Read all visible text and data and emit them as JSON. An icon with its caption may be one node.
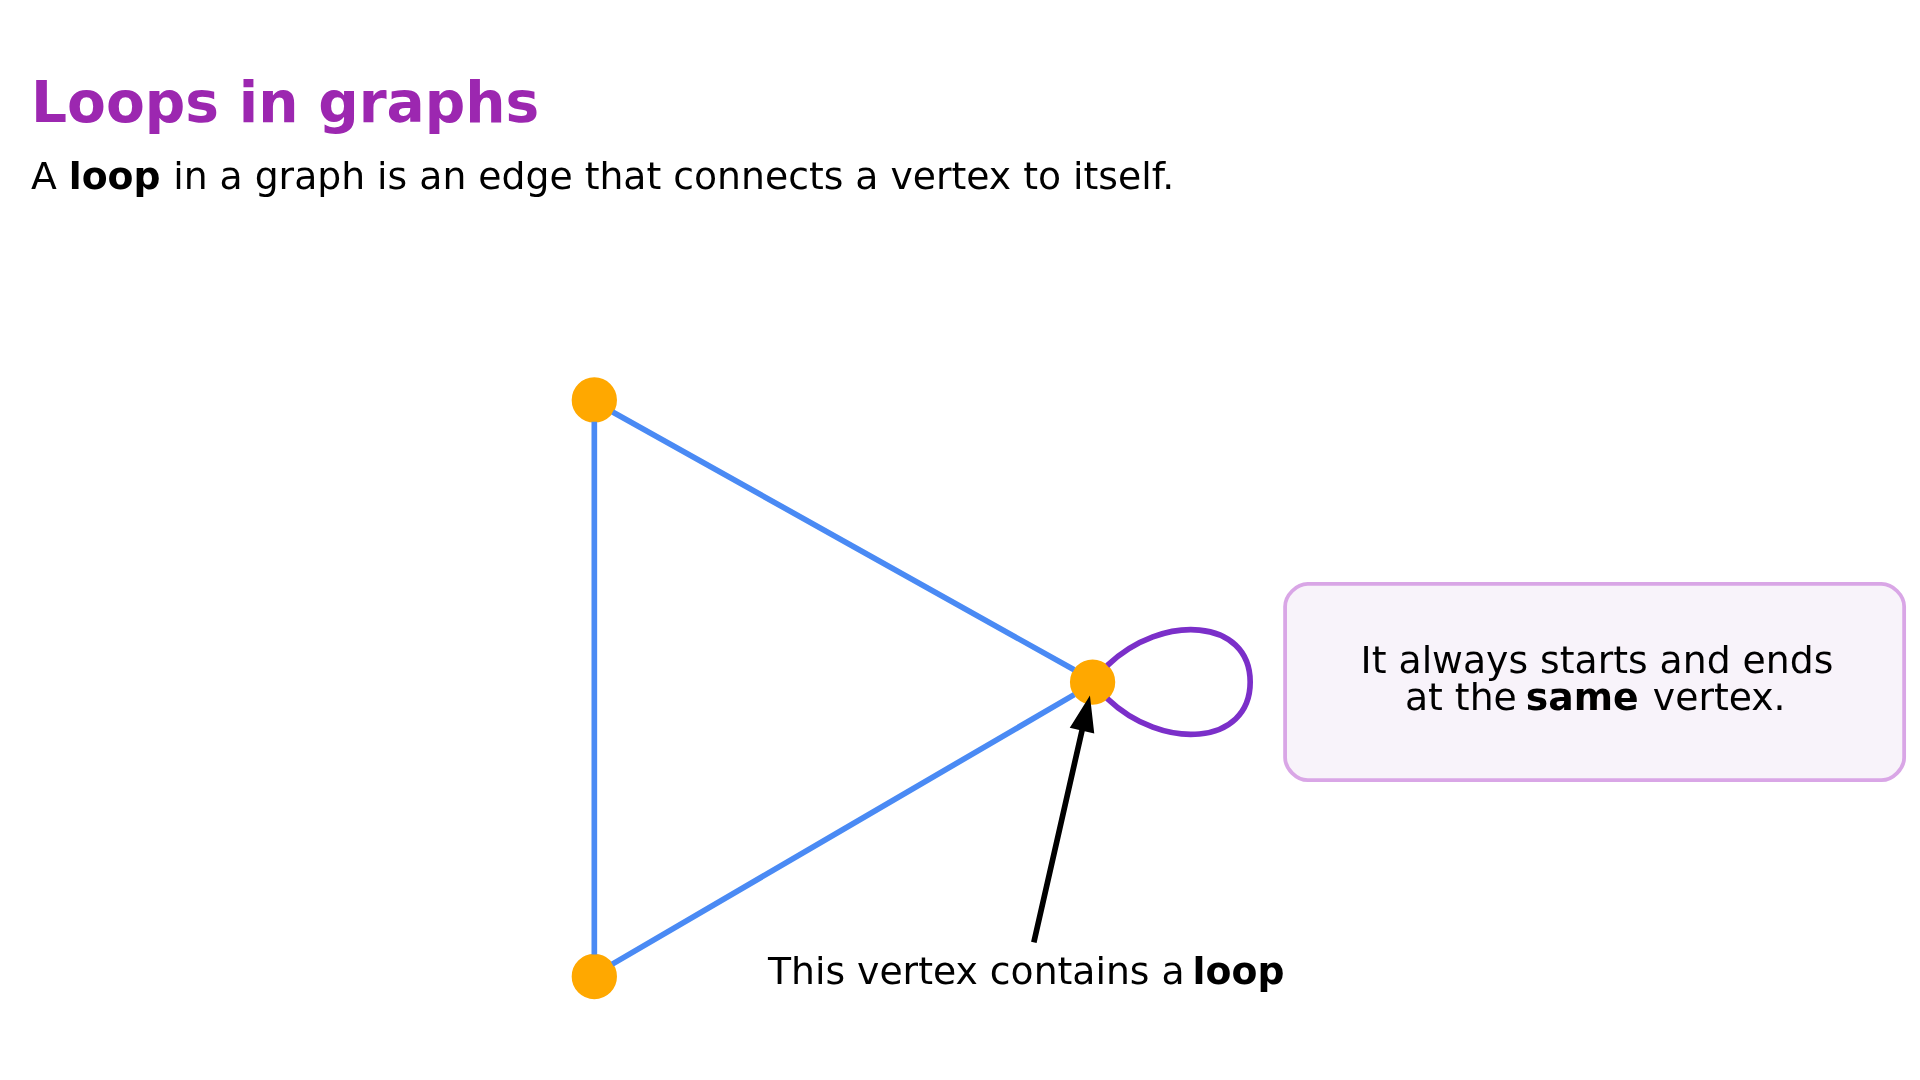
{
  "diagram": {
    "title": "Loops in graphs",
    "nodes": [
      {
        "text": [],
        "shape": "circle"
      },
      {
        "text": [],
        "shape": "circle"
      },
      {
        "text": [],
        "shape": "circle"
      },
      {
        "text": [
          "This vertex contains a **loop**"
        ]
      },
      {
        "text": [
          "It always starts and ends at the **same** vertex."
        ]
      }
    ],
    "edges": [
      {
        "from": 0,
        "to": 1,
        "arrow": "none"
      },
      {
        "from": 0,
        "to": 2,
        "arrow": "none"
      },
      {
        "from": 2,
        "to": 1,
        "arrow": "none"
      },
      {
        "from": 1,
        "to": 1,
        "arrow": "none",
        "color": "#7b2fc9"
      },
      {
        "from": 3,
        "to": 1,
        "arrow": "to",
        "color": "#000000"
      }
    ],
    "labels": [
      "A **loop** in a graph is an edge that connects a vertex to itself."
    ]
  }
}
